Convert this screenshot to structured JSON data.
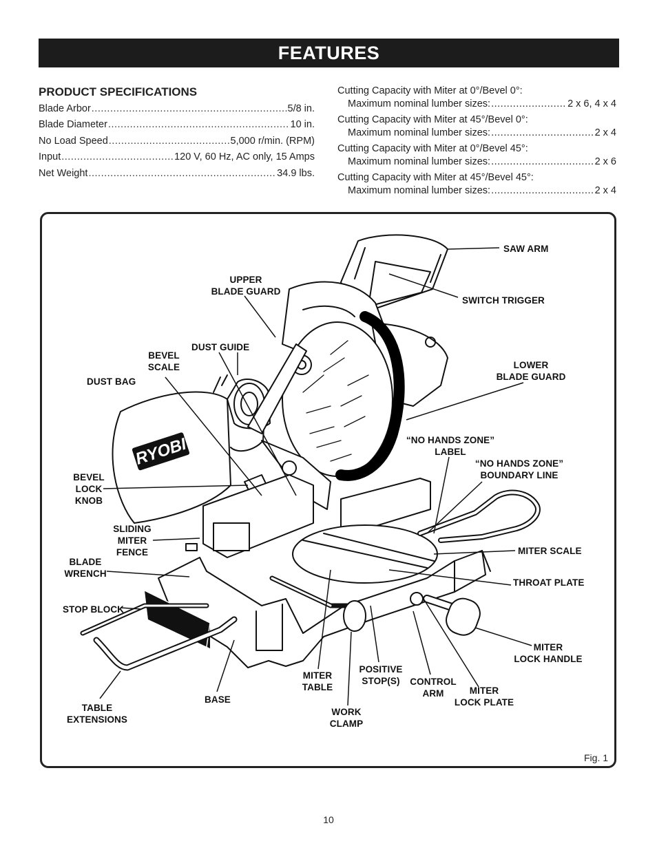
{
  "page": {
    "title": "FEATURES",
    "page_number": "10",
    "fig_label": "Fig. 1"
  },
  "specs": {
    "title": "PRODUCT SPECIFICATIONS",
    "rows": [
      {
        "label": "Blade Arbor ",
        "value": " 5/8 in."
      },
      {
        "label": "Blade Diameter",
        "value": " 10 in."
      },
      {
        "label": "No Load Speed ",
        "value": " 5,000 r/min. (RPM)"
      },
      {
        "label": "Input ",
        "value": "120 V, 60 Hz, AC only, 15 Amps"
      },
      {
        "label": "Net Weight",
        "value": " 34.9 lbs."
      }
    ]
  },
  "capacity": [
    {
      "heading": "Cutting Capacity with Miter at 0°/Bevel 0°:",
      "label": "Maximum nominal lumber sizes:",
      "value": "2 x 6, 4 x 4"
    },
    {
      "heading": "Cutting Capacity with Miter at 45°/Bevel 0°:",
      "label": "Maximum nominal lumber sizes:",
      "value": "2 x 4"
    },
    {
      "heading": "Cutting Capacity with Miter at 0°/Bevel 45°:",
      "label": "Maximum nominal lumber sizes:",
      "value": "2 x 6"
    },
    {
      "heading": "Cutting Capacity with Miter at 45°/Bevel 45°:",
      "label": "Maximum nominal lumber sizes:",
      "value": "2 x 4"
    }
  ],
  "figure": {
    "brand_logo": "RYOBI",
    "callouts": {
      "saw_arm": "SAW ARM",
      "switch_trigger": "SWITCH TRIGGER",
      "upper_blade_guard": "UPPER\nBLADE GUARD",
      "dust_guide": "DUST GUIDE",
      "bevel_scale": "BEVEL\nSCALE",
      "dust_bag": "DUST BAG",
      "lower_blade_guard": "LOWER\nBLADE GUARD",
      "no_hands_zone_label": "“NO HANDS ZONE”\nLABEL",
      "no_hands_zone_boundary": "“NO HANDS ZONE”\nBOUNDARY LINE",
      "bevel_lock_knob": "BEVEL\nLOCK\nKNOB",
      "sliding_miter_fence": "SLIDING\nMITER\nFENCE",
      "miter_scale": "MITER SCALE",
      "blade_wrench": "BLADE\nWRENCH",
      "throat_plate": "THROAT PLATE",
      "stop_block": "STOP BLOCK",
      "miter_lock_handle": "MITER\nLOCK HANDLE",
      "miter_table": "MITER\nTABLE",
      "positive_stops": "POSITIVE\nSTOP(S)",
      "control_arm": "CONTROL\nARM",
      "miter_lock_plate": "MITER\nLOCK PLATE",
      "base": "BASE",
      "work_clamp": "WORK\nCLAMP",
      "table_extensions": "TABLE\nEXTENSIONS"
    }
  }
}
